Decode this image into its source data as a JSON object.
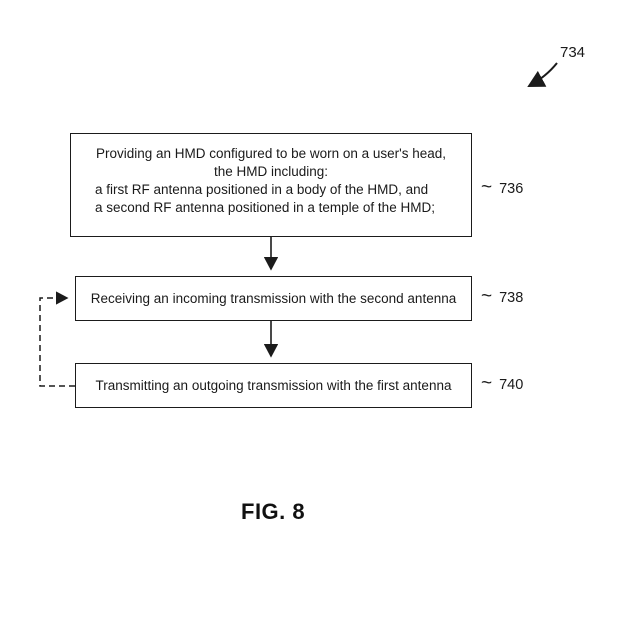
{
  "figure": {
    "top_reference": "734",
    "caption": "FIG. 8",
    "squiggle": "~",
    "line_color": "#1b1b1b"
  },
  "boxes": [
    {
      "ref": "736",
      "lines": [
        "Providing an HMD configured to be worn on a user's head,",
        "the HMD including:",
        "a first RF antenna positioned in a body of the HMD, and",
        "a second RF antenna positioned in a temple of the HMD;"
      ]
    },
    {
      "ref": "738",
      "lines": [
        "Receiving an incoming transmission with the second antenna"
      ]
    },
    {
      "ref": "740",
      "lines": [
        "Transmitting an outgoing transmission with the first antenna"
      ]
    }
  ]
}
